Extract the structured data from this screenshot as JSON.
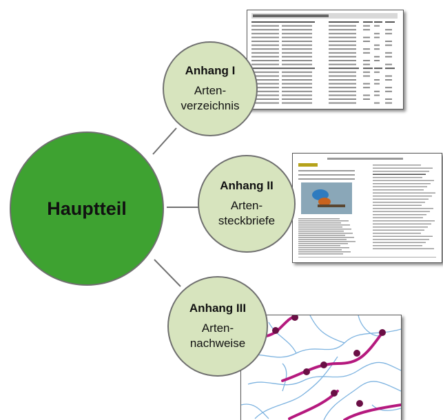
{
  "center": {
    "label": "Hauptteil",
    "color": "#3ea231"
  },
  "annexes": [
    {
      "title": "Anhang I",
      "line1": "Arten-",
      "line2": "verzeichnis",
      "color": "#d7e4be",
      "preview": "species-table-document"
    },
    {
      "title": "Anhang II",
      "line1": "Arten-",
      "line2": "steckbriefe",
      "color": "#d7e4be",
      "preview": "species-profile-document"
    },
    {
      "title": "Anhang III",
      "line1": "Arten-",
      "line2": "nachweise",
      "color": "#d7e4be",
      "preview": "distribution-map"
    }
  ],
  "colors": {
    "connector": "#6f6f6f",
    "river": "#7db3e0",
    "record": "#b5197e",
    "record_dark": "#6a0f45"
  }
}
